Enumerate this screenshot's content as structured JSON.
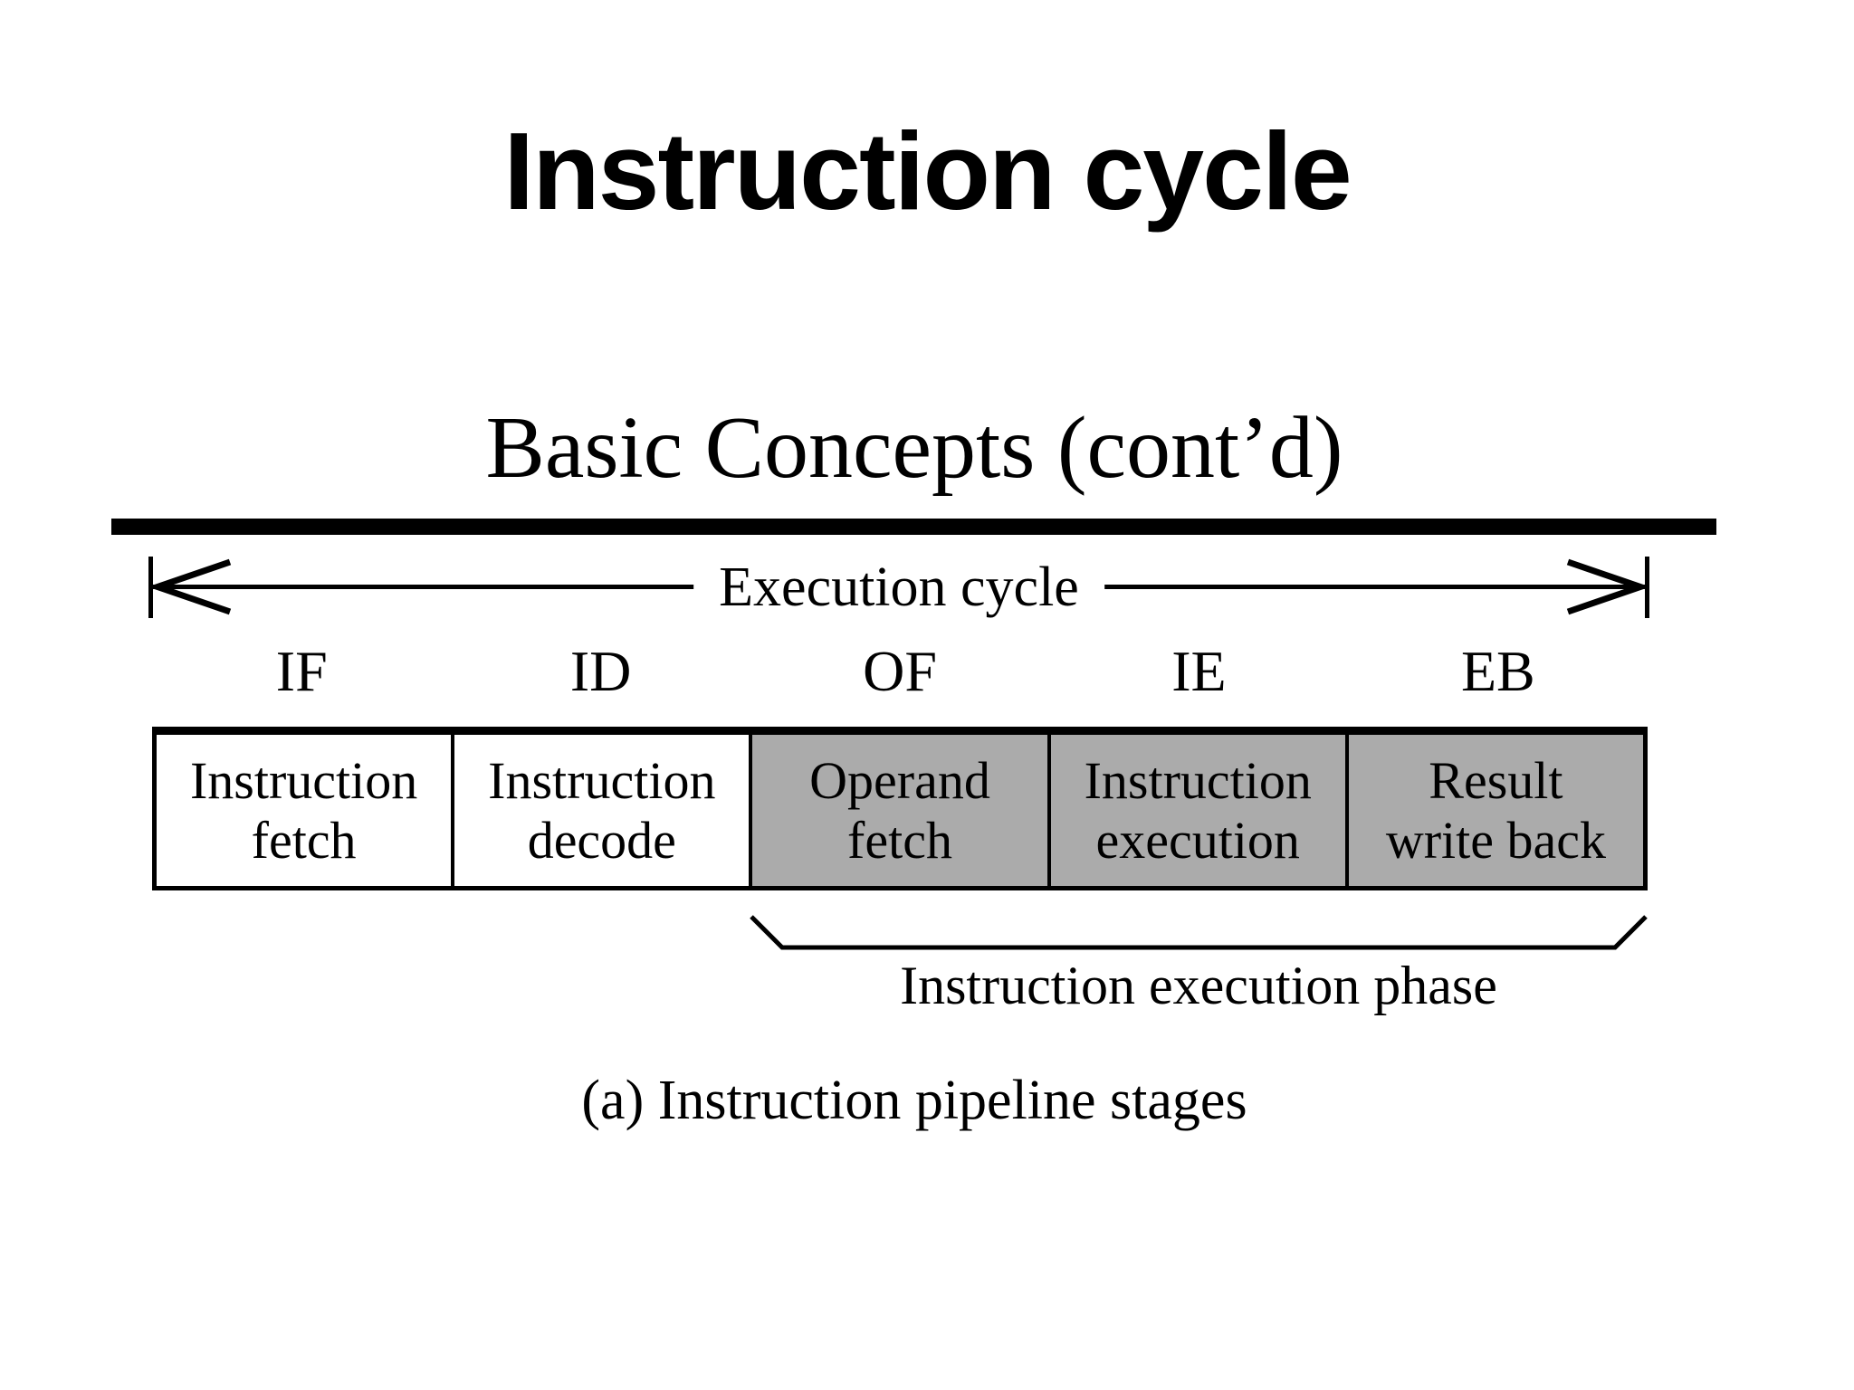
{
  "slide": {
    "title": "Instruction cycle"
  },
  "figure": {
    "heading": "Basic Concepts (cont’d)",
    "execution_cycle_label": "Execution cycle",
    "stages": [
      {
        "abbr": "IF",
        "name_line1": "Instruction",
        "name_line2": "fetch",
        "shaded": false
      },
      {
        "abbr": "ID",
        "name_line1": "Instruction",
        "name_line2": "decode",
        "shaded": false
      },
      {
        "abbr": "OF",
        "name_line1": "Operand",
        "name_line2": "fetch",
        "shaded": true
      },
      {
        "abbr": "IE",
        "name_line1": "Instruction",
        "name_line2": "execution",
        "shaded": true
      },
      {
        "abbr": "EB",
        "name_line1": "Result",
        "name_line2": "write back",
        "shaded": true
      }
    ],
    "phase_label": "Instruction execution phase",
    "caption": "(a) Instruction pipeline stages",
    "colors": {
      "ink": "#000000",
      "background": "#ffffff",
      "shaded_cell": "#ababab"
    }
  }
}
